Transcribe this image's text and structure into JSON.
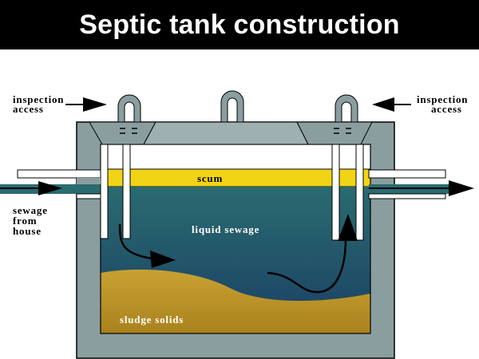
{
  "title": "Septic tank construction",
  "labels": {
    "inspection_left_1": "inspection",
    "inspection_left_2": "access",
    "inspection_right_1": "inspection",
    "inspection_right_2": "access",
    "scum": "scum",
    "liquid": "liquid sewage",
    "sludge": "sludge solids",
    "sewage_1": "sewage",
    "sewage_2": "from",
    "sewage_3": "house"
  },
  "colors": {
    "background": "#ffffff",
    "title_bar": "#000000",
    "title_text": "#ffffff",
    "tank_wall": "#8a9ea0",
    "scum": "#f2d416",
    "liquid_top": "#2a6b70",
    "liquid_bottom": "#1a3f64",
    "sludge": "#c59b2a",
    "pipe_fill": "#ffffff",
    "outline": "#000000"
  }
}
